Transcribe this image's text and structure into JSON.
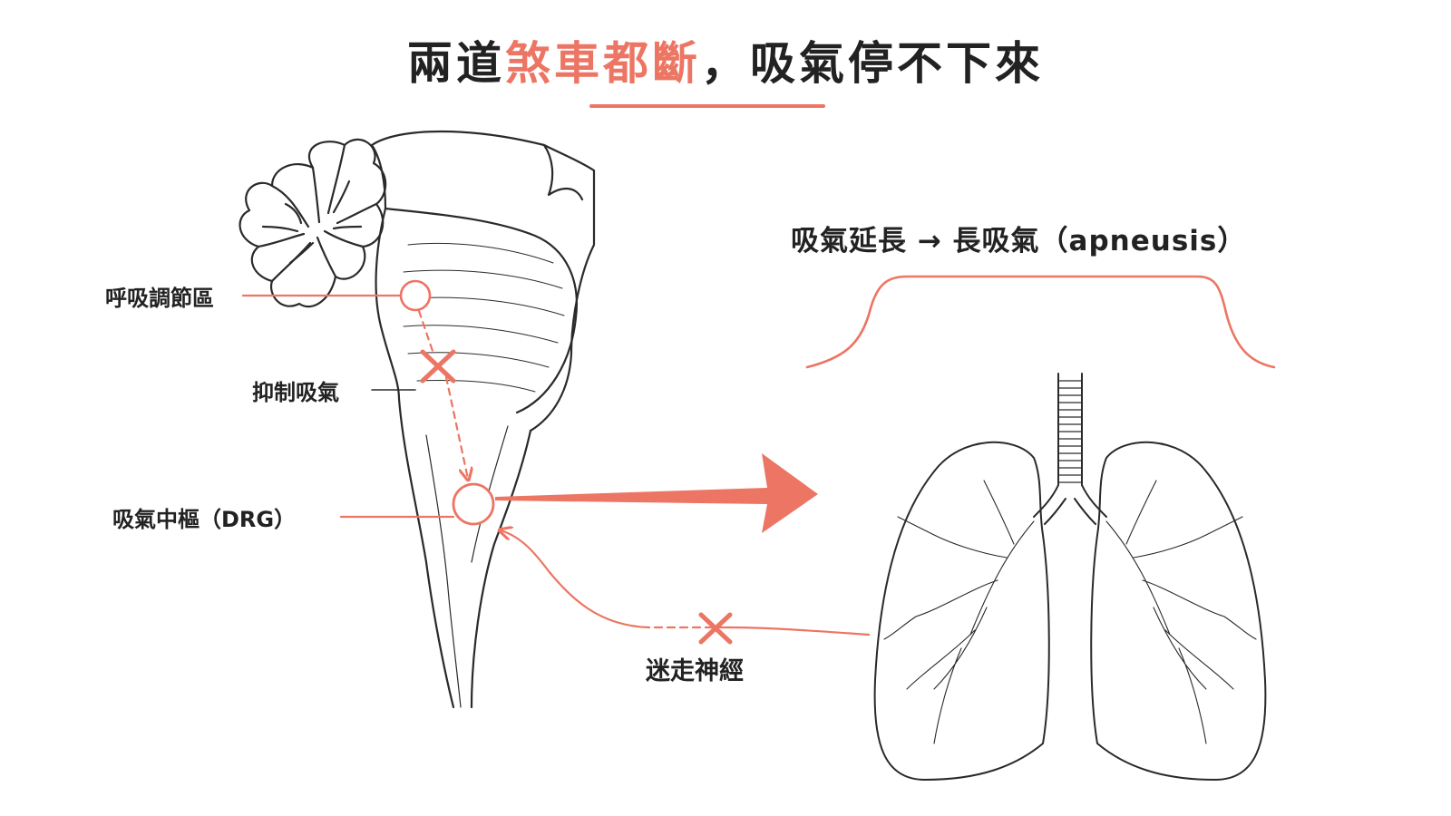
{
  "title": {
    "part1": "兩道",
    "part2": "煞車都斷",
    "part3": "，吸氣停不下來"
  },
  "labels": {
    "pneumotaxic": "呼吸調節區",
    "inhibit": "抑制吸氣",
    "drg": "吸氣中樞（DRG）",
    "vagus": "迷走神經"
  },
  "curve": {
    "label": "吸氣延長 → 長吸氣（apneusis）"
  },
  "colors": {
    "accent": "#ec7563",
    "line": "#2a2a2a",
    "text": "#222222"
  },
  "icons": {
    "blocked": "x-mark-icon",
    "arrow": "big-arrow-icon"
  }
}
